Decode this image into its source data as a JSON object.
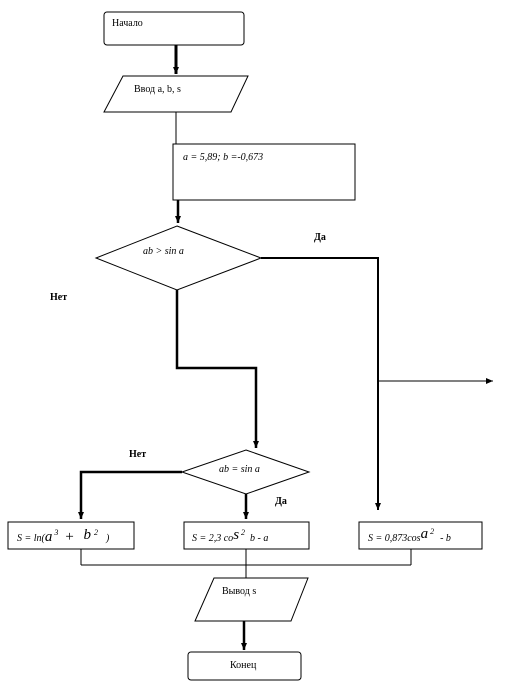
{
  "nodes": {
    "start": "Начало",
    "input": "Ввод a, b, s",
    "assign": "a = 5,89; b =-0,673",
    "cond1": "ab > sin a",
    "cond2": "ab = sin a",
    "output": "Вывод s",
    "end": "Конец",
    "formula_ln": {
      "prefix": "S = ln(",
      "a": "a",
      "a_exp": "3",
      "plus": "+",
      "b": "b",
      "b_exp": "2",
      "suffix": ")"
    },
    "formula_cos2": {
      "prefix": "S = 2,3 co",
      "s": "s",
      "exp": "2",
      "suffix": "b - a"
    },
    "formula_cos873": {
      "prefix": "S = 0,873cos",
      "a": "a",
      "exp": "2",
      "suffix": "- b"
    }
  },
  "labels": {
    "yes1": "Да",
    "no1": "Нет",
    "no2": "Нет",
    "yes2": "Да"
  }
}
